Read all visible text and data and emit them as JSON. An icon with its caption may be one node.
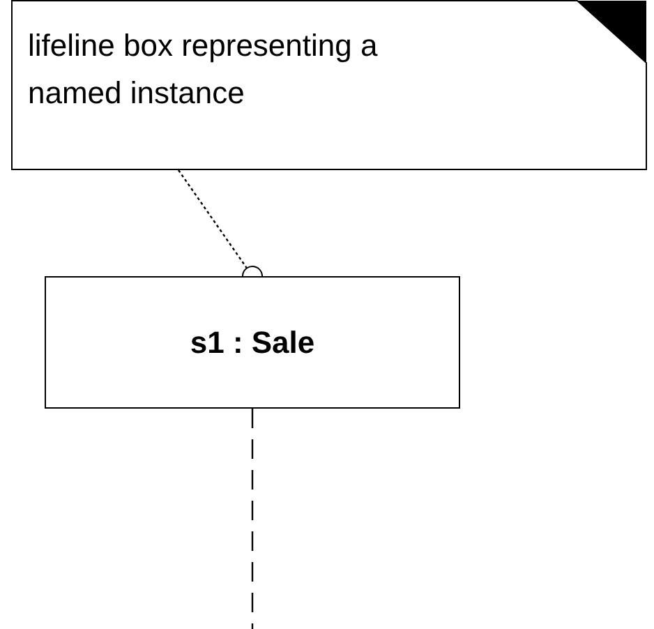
{
  "diagram": {
    "nodes": [
      {
        "text": [
          "lifeline box representing a named instance"
        ]
      },
      {
        "text": [
          "s1 : Sale"
        ]
      }
    ],
    "edges": [
      {
        "from": 0,
        "to": 1,
        "arrow": "other",
        "style": "dashed"
      },
      {
        "from": 1,
        "to": null,
        "arrow": "none",
        "style": "dashed"
      }
    ]
  }
}
